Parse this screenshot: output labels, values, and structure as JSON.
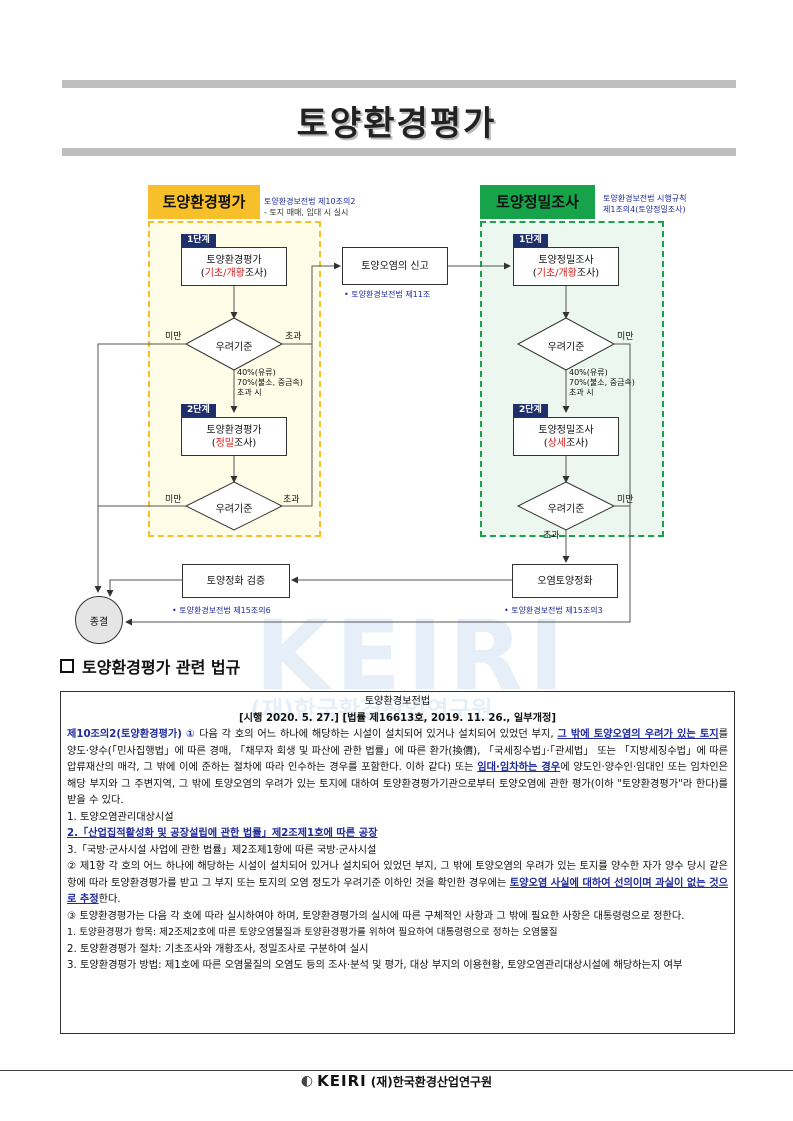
{
  "page": {
    "title": "토양환경평가",
    "section_title": "토양환경평가 관련 법규"
  },
  "flow": {
    "left_header": "토양환경평가",
    "left_note_line1": "토양환경보전법 제10조의2",
    "left_note_line2": "- 토지 매매, 임대 시 실시",
    "right_header": "토양정밀조사",
    "right_note_line1": "토양환경보전법 시행규칙",
    "right_note_line2": "제1조의4(토양정밀조사)",
    "step1": "1단계",
    "step2": "2단계",
    "left_box1_line1": "토양환경평가",
    "left_box1_red": "기초/개황",
    "left_box1_suffix": "조사",
    "left_box2_line1": "토양환경평가",
    "left_box2_red": "정밀",
    "left_box2_suffix": "조사",
    "right_box1_line1": "토양정밀조사",
    "right_box1_red": "기초/개황",
    "right_box1_suffix": "조사",
    "right_box2_line1": "토양정밀조사",
    "right_box2_red": "상세",
    "right_box2_suffix": "조사",
    "diamond": "우려기준",
    "paren_open": "(",
    "paren_close": ")",
    "below": "미만",
    "exceed": "초과",
    "cond_line1": "40%(유류)",
    "cond_line2": "70%(불소, 중금속)",
    "cond_line3": "초과 시",
    "report_box": "토양오염의 신고",
    "report_ref": "• 토양환경보전법 제11조",
    "verify_box": "토양정화 검증",
    "verify_ref": "• 토양환경보전법 제15조의6",
    "remedy_box": "오염토양정화",
    "remedy_ref": "• 토양환경보전법 제15조의3",
    "end": "종결"
  },
  "law": {
    "title": "토양환경보전법",
    "subtitle": "[시행 2020. 5. 27.] [법률 제16613호, 2019. 11. 26., 일부개정]",
    "art_heading": "제10조의2(토양환경평가) ①",
    "p1_a": " 다음 각 호의 어느 하나에 해당하는 시설이 설치되어 있거나 설치되어 있었던 부지, ",
    "p1_u1": "그 밖에 토양오염의 우려가 있는 토지",
    "p1_b": "를 양도·양수(「민사집행법」에 따른 경매, 「채무자 회생 및 파산에 관한 법률」에 따른 환가(換價), 「국세징수법」·「관세법」 또는 「지방세징수법」에 따른 압류재산의 매각, 그 밖에 이에 준하는 절차에 따라 인수하는 경우를 포함한다. 이하 같다) 또는 ",
    "p1_u2": "임대·임차하는 경우",
    "p1_c": "에 양도인·양수인·임대인 또는 임차인은 해당 부지와 그 주변지역, 그 밖에 토양오염의 우려가 있는 토지에 대하여 토양환경평가기관으로부터 토양오염에 관한 평가(이하 \"토양환경평가\"라 한다)를 받을 수 있다.",
    "item1": "1. 토양오염관리대상시설",
    "item2": "2.「산업집적활성화 및 공장설립에 관한 법률」제2조제1호에 따른 공장",
    "item3": "3.「국방·군사시설 사업에 관한 법률」제2조제1항에 따른 국방·군사시설",
    "p2_a": "② 제1항 각 호의 어느 하나에 해당하는 시설이 설치되어 있거나 설치되어 있었던 부지, 그 밖에 토양오염의 우려가 있는 토지를 양수한 자가 양수 당시 같은 항에 따라 토양환경평가를 받고 그 부지 또는 토지의 오염 정도가 우려기준 이하인 것을 확인한 경우에는 ",
    "p2_u": "토양오염 사실에 대하여 선의이며 과실이 없는 것으로 추정",
    "p2_b": "한다.",
    "p3": "③ 토양환경평가는 다음 각 호에 따라 실시하여야 하며, 토양환경평가의 실시에 따른 구체적인 사항과 그 밖에 필요한 사항은 대통령령으로 정한다.",
    "sub1": "1. 토양환경평가 항목: 제2조제2호에 따른 토양오염물질과 토양환경평가를 위하여 필요하여 대통령령으로 정하는 오염물질",
    "sub2": "2. 토양환경평가 절차: 기초조사와 개황조사, 정밀조사로 구분하여 실시",
    "sub3": "3. 토양환경평가 방법: 제1호에 따른 오염물질의 오염도 등의 조사·분석 및 평가, 대상 부지의 이용현황, 토양오염관리대상시설에 해당하는지 여부"
  },
  "watermark": {
    "logo": "KEIRI",
    "name": "(재)한국환경산업연구원"
  },
  "footer": {
    "logo": "KEIRI",
    "org": "(재)한국환경산업연구원"
  },
  "colors": {
    "yellow": "#f7c02b",
    "green": "#16a34a",
    "navy": "#1f2f6b",
    "red": "#d21f1f",
    "blue_text": "#1f2a9c"
  }
}
